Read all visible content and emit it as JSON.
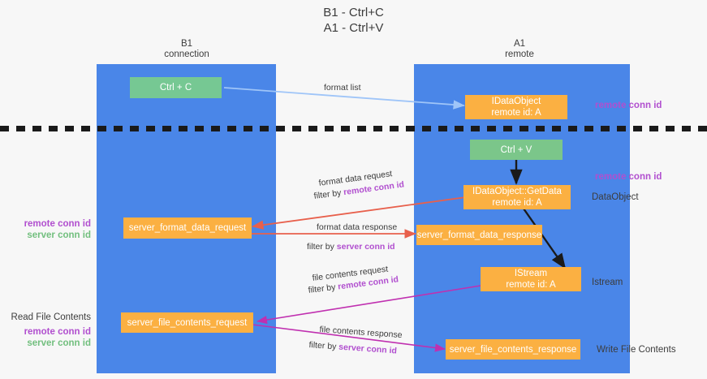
{
  "title": {
    "line1": "B1 - Ctrl+C",
    "line2": "A1 - Ctrl+V"
  },
  "columns": [
    {
      "name": "B1",
      "role": "connection"
    },
    {
      "name": "A1",
      "role": "remote"
    }
  ],
  "boxes": {
    "ctrl_c": "Ctrl + C",
    "ctrl_v": "Ctrl + V",
    "idataobject_line1": "IDataObject",
    "idataobject_line2": "remote id: A",
    "getdata_line1": "IDataObject::GetData",
    "getdata_line2": "remote id: A",
    "istream_line1": "IStream",
    "istream_line2": "remote id: A",
    "server_format_data_request": "server_format_data_request",
    "server_format_data_response": "server_format_data_response",
    "server_file_contents_request": "server_file_contents_request",
    "server_file_contents_response": "server_file_contents_response"
  },
  "right_notes": {
    "remote_conn_id_top": "remote conn id",
    "remote_conn_id_mid": "remote conn id",
    "dataobject": "DataObject",
    "istream": "Istream",
    "write_file_contents": "Write File Contents"
  },
  "left_notes": {
    "remote_conn_id_1": "remote conn id",
    "server_conn_id_1": "server conn id",
    "read_file_contents": "Read File Contents",
    "remote_conn_id_2": "remote conn id",
    "server_conn_id_2": "server conn id"
  },
  "edge_labels": {
    "format_list": "format list",
    "format_data_request": "format data request",
    "filter_by": "filter by",
    "filter_remote_conn_id_1": "remote conn id",
    "format_data_response": "format data response",
    "filter_server_conn_id_1": "server conn id",
    "file_contents_request": "file contents request",
    "filter_remote_conn_id_2": "remote conn id",
    "file_contents_response": "file contents response",
    "filter_server_conn_id_2": "server conn id"
  },
  "colors": {
    "lane": "#4a86e8",
    "green_box": "#76c893",
    "orange_box": "#fbb042",
    "purple_text": "#b14fcf",
    "green_text": "#72bf7e",
    "arrow_blue": "#9fc5f8",
    "arrow_red": "#e8604c",
    "arrow_magenta": "#c030b0",
    "arrow_black": "#1a1a1a",
    "divider": "#1a1a1a",
    "background": "#f7f7f7"
  }
}
